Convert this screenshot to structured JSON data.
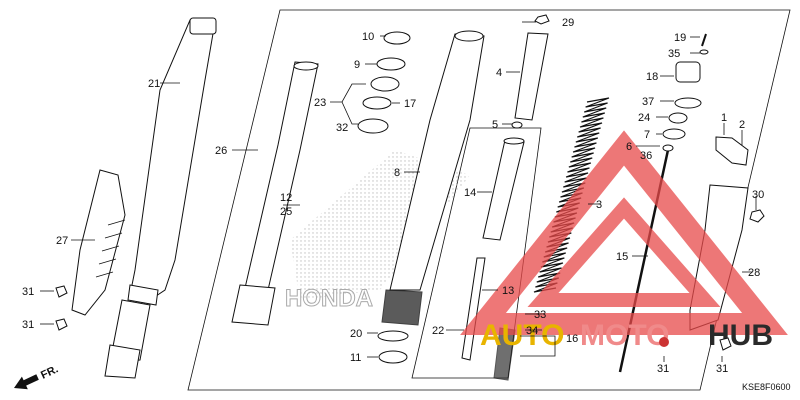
{
  "diagram": {
    "code": "KSE8F0600",
    "front_label": "FR.",
    "watermark": {
      "text_parts": [
        "AUTO",
        "MOTO",
        "HUB"
      ],
      "colors": {
        "auto": "#e8b400",
        "moto": "#f08a8a",
        "hub": "#2a2a2a"
      }
    },
    "background_logo": "HONDA",
    "callouts": [
      {
        "id": "c1",
        "label": "1"
      },
      {
        "id": "c2",
        "label": "2"
      },
      {
        "id": "c3",
        "label": "3"
      },
      {
        "id": "c4",
        "label": "4"
      },
      {
        "id": "c5",
        "label": "5"
      },
      {
        "id": "c6",
        "label": "6"
      },
      {
        "id": "c7",
        "label": "7"
      },
      {
        "id": "c8",
        "label": "8"
      },
      {
        "id": "c9",
        "label": "9"
      },
      {
        "id": "c10",
        "label": "10"
      },
      {
        "id": "c11",
        "label": "11"
      },
      {
        "id": "c12",
        "label": "12"
      },
      {
        "id": "c13",
        "label": "13"
      },
      {
        "id": "c14",
        "label": "14"
      },
      {
        "id": "c15",
        "label": "15"
      },
      {
        "id": "c16",
        "label": "16"
      },
      {
        "id": "c17",
        "label": "17"
      },
      {
        "id": "c18",
        "label": "18"
      },
      {
        "id": "c19",
        "label": "19"
      },
      {
        "id": "c20",
        "label": "20"
      },
      {
        "id": "c21",
        "label": "21"
      },
      {
        "id": "c22",
        "label": "22"
      },
      {
        "id": "c23",
        "label": "23"
      },
      {
        "id": "c24",
        "label": "24"
      },
      {
        "id": "c25",
        "label": "25"
      },
      {
        "id": "c26",
        "label": "26"
      },
      {
        "id": "c27",
        "label": "27"
      },
      {
        "id": "c28",
        "label": "28"
      },
      {
        "id": "c29",
        "label": "29"
      },
      {
        "id": "c30",
        "label": "30"
      },
      {
        "id": "c31a",
        "label": "31"
      },
      {
        "id": "c31b",
        "label": "31"
      },
      {
        "id": "c31c",
        "label": "31"
      },
      {
        "id": "c31d",
        "label": "31"
      },
      {
        "id": "c32",
        "label": "32"
      },
      {
        "id": "c33",
        "label": "33"
      },
      {
        "id": "c34",
        "label": "34"
      },
      {
        "id": "c35",
        "label": "35"
      },
      {
        "id": "c36",
        "label": "36"
      },
      {
        "id": "c37",
        "label": "37"
      }
    ]
  }
}
